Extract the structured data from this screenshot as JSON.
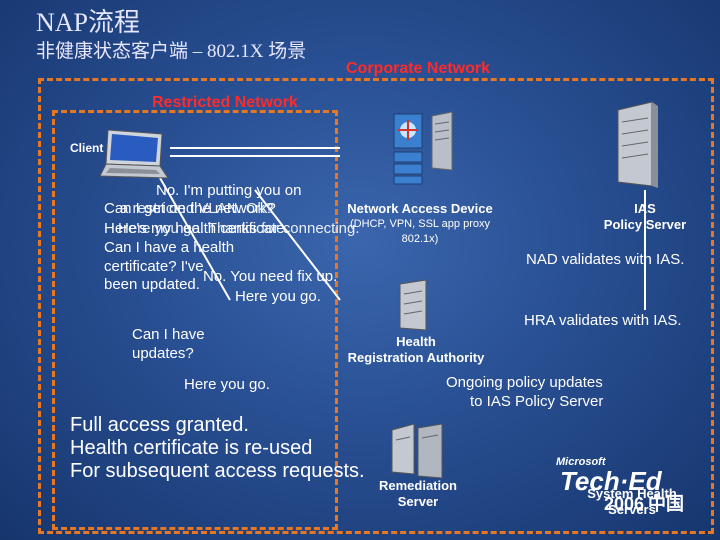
{
  "title": {
    "main": "NAP流程",
    "sub": "非健康状态客户端 – 802.1X 场景"
  },
  "zones": {
    "corporate": "Corporate Network",
    "restricted": "Restricted Network"
  },
  "nodes": {
    "client": "Client",
    "nad": "Network Access Device",
    "nad_detail_1": "(DHCP, VPN, SSL app proxy",
    "nad_detail_2": "802.1x)",
    "ias_1": "IAS",
    "ias_2": "Policy Server",
    "hra_1": "Health",
    "hra_2": "Registration Authority",
    "remediation_1": "Remediation",
    "remediation_2": "Server",
    "shs_1": "System Health",
    "shs_2": "Servers"
  },
  "messages": {
    "m1": "No. I'm putting you on",
    "m2": "Can I get on the network?",
    "m2b": "a restricted VLAN. Ok?",
    "m3": "Here's my health certificate.",
    "m3b": "Here you go. Thanks for connecting.",
    "m4a": "Can I have a health",
    "m4b": "certificate? I've",
    "m4c": "been updated.",
    "m5": "No. You need fix up.",
    "m6": "Here you go.",
    "m7a": "Can I have",
    "m7b": "updates?",
    "m8": "Here you go.",
    "m9": "NAD validates with IAS.",
    "m10": "HRA validates with IAS.",
    "m11a": "Ongoing policy updates",
    "m11b": "to IAS Policy Server"
  },
  "summary": {
    "line1": "Full access granted.",
    "line2": "Health certificate is re-used",
    "line3": "For subsequent access requests."
  },
  "logo": {
    "brand": "Microsoft",
    "event": "Tech·Ed",
    "year": "2006",
    "country": "中国"
  },
  "colors": {
    "zone_border": "#e87722",
    "restricted_label": "#ff2a2a",
    "corporate_label": "#ff2a2a"
  }
}
